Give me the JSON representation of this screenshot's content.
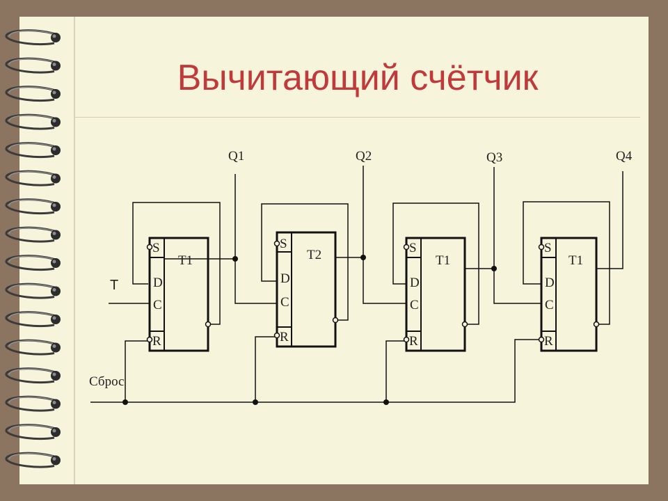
{
  "title": "Вычитающий счётчик",
  "colors": {
    "background": "#8b7560",
    "paper": "#f7f4dc",
    "title": "#c0393b",
    "wire": "#111111"
  },
  "diagram": {
    "input_label": "T",
    "reset_label": "Сброс",
    "triggers": [
      {
        "name": "T1",
        "pins": [
          "S",
          "D",
          "C",
          "R"
        ],
        "output": "Q1"
      },
      {
        "name": "T2",
        "pins": [
          "S",
          "D",
          "C",
          "R"
        ],
        "output": "Q2"
      },
      {
        "name": "T1",
        "pins": [
          "S",
          "D",
          "C",
          "R"
        ],
        "output": "Q3"
      },
      {
        "name": "T1",
        "pins": [
          "S",
          "D",
          "C",
          "R"
        ],
        "output": "Q4"
      }
    ]
  }
}
